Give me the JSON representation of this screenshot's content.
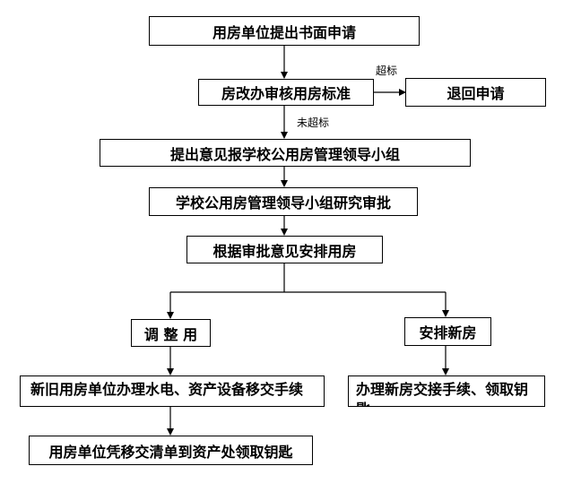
{
  "nodes": {
    "apply": "用房单位提出书面申请",
    "review": "房改办审核用房标准",
    "reject": "退回申请",
    "submit": "提出意见报学校公用房管理领导小组",
    "approve": "学校公用房管理领导小组研究审批",
    "arrange": "根据审批意见安排用房",
    "adjust": "调 整 用",
    "new_house": "安排新房",
    "handover_old": "新旧用房单位办理水电、资产设备移交手续",
    "handover_new": "办理新房交接手续、领取钥匙",
    "keys": "用房单位凭移交清单到资产处领取钥匙"
  },
  "edge_labels": {
    "over_standard": "超标",
    "not_over_standard": "未超标"
  }
}
